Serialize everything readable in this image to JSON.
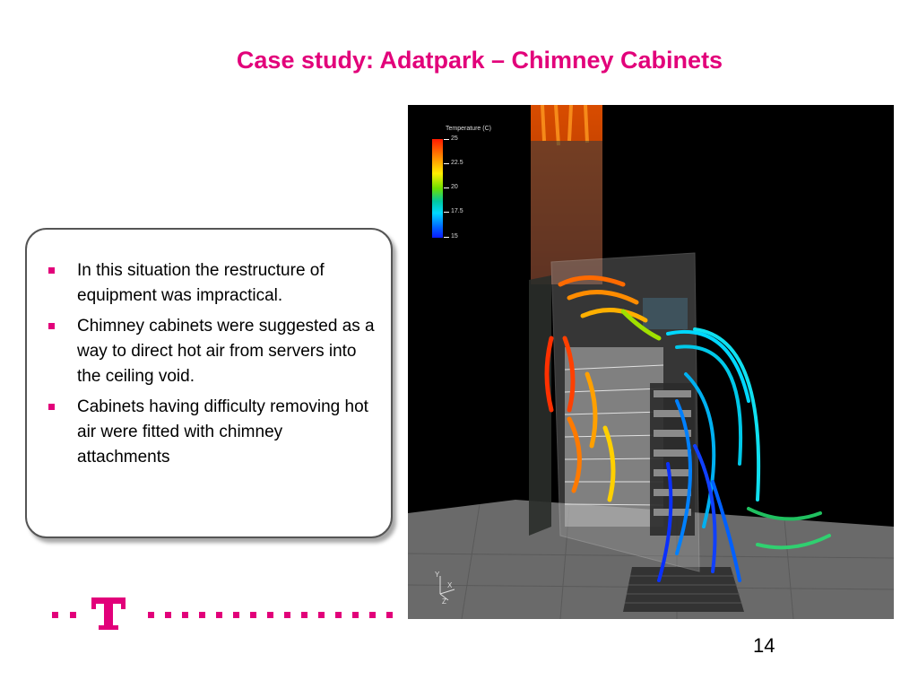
{
  "slide": {
    "title": "Case study: Adatpark – Chimney Cabinets",
    "page_number": "14"
  },
  "bullets": [
    "In this situation the restructure of equipment was impractical.",
    "Chimney cabinets were suggested as a way to direct hot air from servers into the ceiling void.",
    "Cabinets having difficulty removing hot air were fitted with chimney attachments"
  ],
  "simulation": {
    "legend_title": "Temperature (C)",
    "legend_labels": [
      "25",
      "22.5",
      "20",
      "17.5",
      "15"
    ],
    "axis_labels": {
      "y": "Y",
      "x": "X",
      "z": "Z"
    }
  },
  "branding": {
    "logo_letter": "T",
    "accent_color": "#e2007a"
  }
}
